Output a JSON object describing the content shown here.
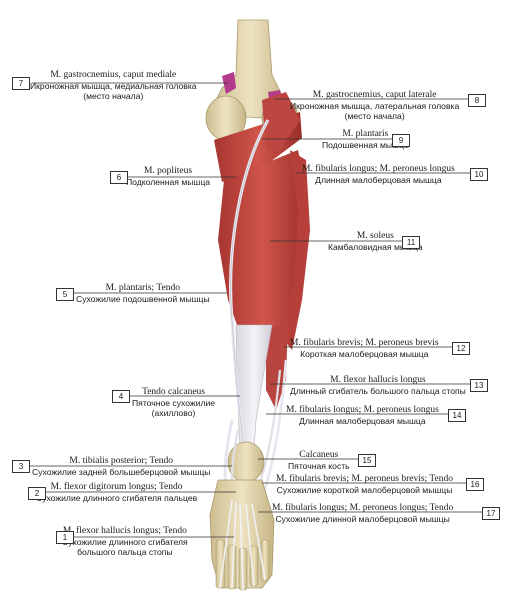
{
  "labels": [
    {
      "num": "1",
      "latin": "M. flexor hallucis longus; Tendo",
      "russian": "Сухожилие длинного сгибателя\nбольшого пальца стопы"
    },
    {
      "num": "2",
      "latin": "M. flexor digitorum longus; Tendo",
      "russian": "Сухожилие длинного сгибателя пальцев"
    },
    {
      "num": "3",
      "latin": "M. tibialis posterior; Tendo",
      "russian": "Сухожилие задней большеберцовой мышцы"
    },
    {
      "num": "4",
      "latin": "Tendo calcaneus",
      "russian": "Пяточное сухожилие\n(ахиллово)"
    },
    {
      "num": "5",
      "latin": "M. plantaris; Tendo",
      "russian": "Сухожилие подошвенной мышцы"
    },
    {
      "num": "6",
      "latin": "M. popliteus",
      "russian": "Подколенная мышца"
    },
    {
      "num": "7",
      "latin": "M. gastrocnemius, caput mediale",
      "russian": "Икроножная мышца, медиальная головка\n(место начала)"
    },
    {
      "num": "8",
      "latin": "M. gastrocnemius, caput laterale",
      "russian": "Икроножная мышца, латеральная головка\n(место начала)"
    },
    {
      "num": "9",
      "latin": "M. plantaris",
      "russian": "Подошвенная мышца"
    },
    {
      "num": "10",
      "latin": "M. fibularis longus; M. peroneus longus",
      "russian": "Длинная малоберцовая мышца"
    },
    {
      "num": "11",
      "latin": "M. soleus",
      "russian": "Камбаловидная мышца"
    },
    {
      "num": "12",
      "latin": "M. fibularis brevis; M. peroneus brevis",
      "russian": "Короткая малоберцовая мышца"
    },
    {
      "num": "13",
      "latin": "M. flexor hallucis longus",
      "russian": "Длинный сгибатель большого пальца стопы"
    },
    {
      "num": "14",
      "latin": "M. fibularis longus; M. peroneus longus",
      "russian": "Длинная малоберцовая мышца"
    },
    {
      "num": "15",
      "latin": "Calcaneus",
      "russian": "Пяточная кость"
    },
    {
      "num": "16",
      "latin": "M. fibularis brevis; M. peroneus brevis; Tendo",
      "russian": "Сухожилие короткой малоберцовой мышцы"
    },
    {
      "num": "17",
      "latin": "M. fibularis longus; M. peroneus longus; Tendo",
      "russian": "Сухожилие длинной малоберцовой мышцы"
    }
  ],
  "colors": {
    "muscle": "#c8463e",
    "muscle_dark": "#8e2a26",
    "tendon": "#eceaf0",
    "bone": "#e2d5ae",
    "bone_dark": "#c8b88a",
    "line": "#333333"
  }
}
